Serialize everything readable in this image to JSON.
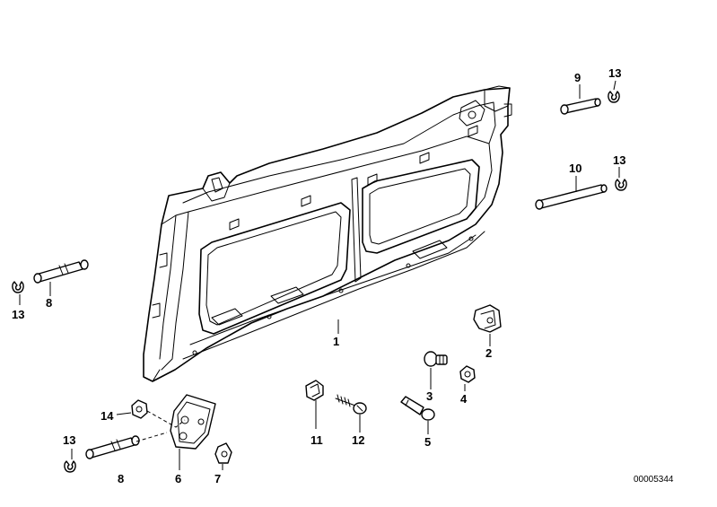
{
  "callouts": [
    {
      "id": "c1",
      "label": "1"
    },
    {
      "id": "c2",
      "label": "2"
    },
    {
      "id": "c3",
      "label": "3"
    },
    {
      "id": "c4",
      "label": "4"
    },
    {
      "id": "c5",
      "label": "5"
    },
    {
      "id": "c6",
      "label": "6"
    },
    {
      "id": "c7",
      "label": "7"
    },
    {
      "id": "c8a",
      "label": "8"
    },
    {
      "id": "c8b",
      "label": "8"
    },
    {
      "id": "c9",
      "label": "9"
    },
    {
      "id": "c10",
      "label": "10"
    },
    {
      "id": "c11",
      "label": "11"
    },
    {
      "id": "c12",
      "label": "12"
    },
    {
      "id": "c13a",
      "label": "13"
    },
    {
      "id": "c13b",
      "label": "13"
    },
    {
      "id": "c13c",
      "label": "13"
    },
    {
      "id": "c13d",
      "label": "13"
    },
    {
      "id": "c14",
      "label": "14"
    }
  ],
  "diagram_code": "00005344"
}
